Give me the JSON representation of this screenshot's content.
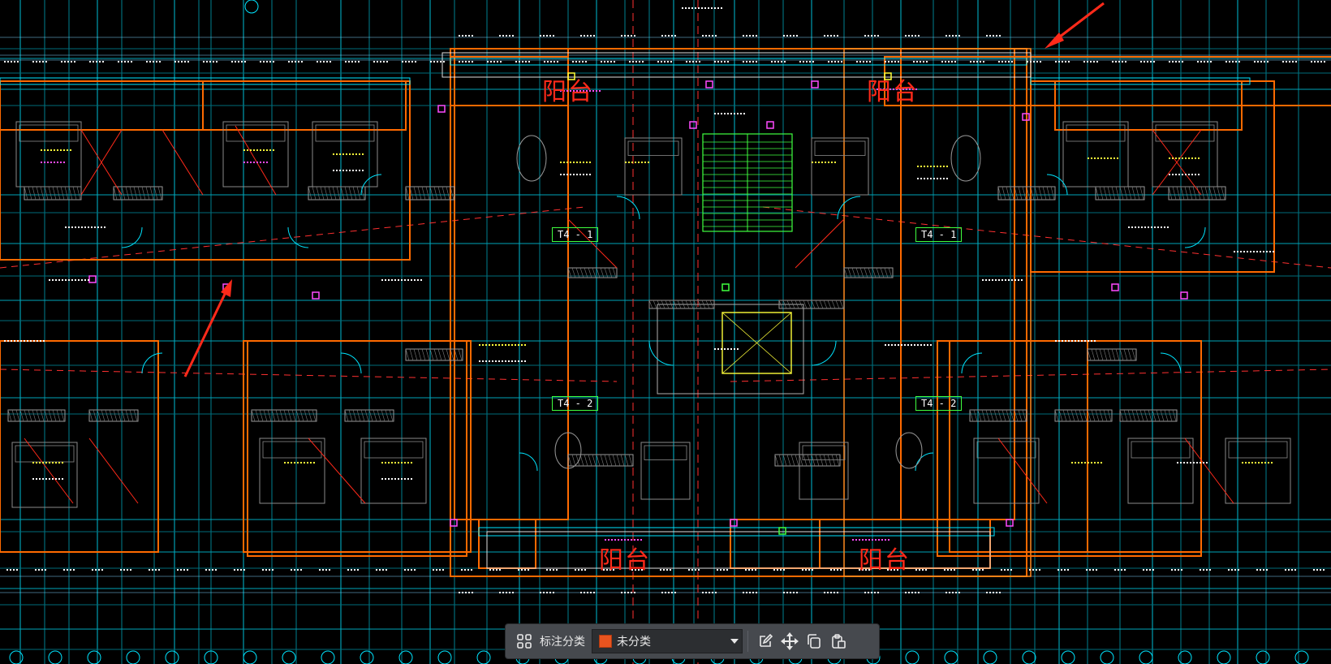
{
  "drawing": {
    "room_labels": [
      "阳台",
      "阳台",
      "阳台",
      "阳台"
    ],
    "unit_tags": [
      "T4 - 1",
      "T4 - 1",
      "T4 - 2",
      "T4 - 2"
    ]
  },
  "toolbar": {
    "category_label": "标注分类",
    "category_value": "未分类",
    "category_color": "#e8541f",
    "icons": [
      "grid-icon",
      "edit-icon",
      "move-icon",
      "copy-icon",
      "paste-icon"
    ]
  },
  "colors": {
    "background": "#000000",
    "wall": "#ff6a00",
    "cyan_lines": "#00e5ff",
    "yellow_text": "#ffff3a",
    "magenta_text": "#ff4bff",
    "red_label": "#ff2a1a",
    "green_lines": "#3fff3f"
  }
}
